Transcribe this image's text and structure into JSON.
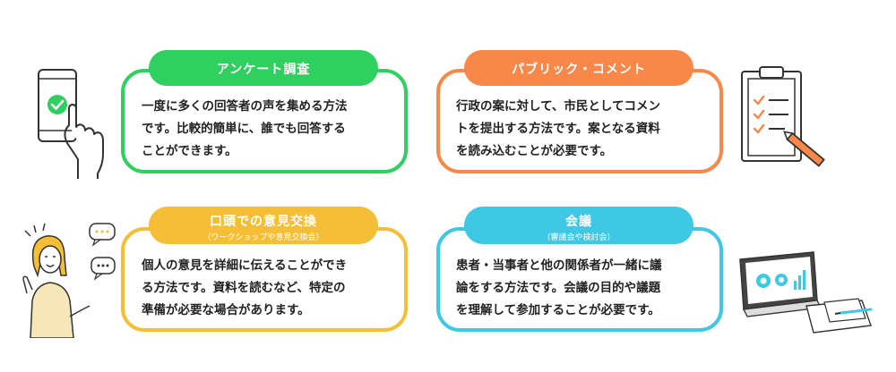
{
  "cards": [
    {
      "title": "アンケート調査",
      "subtitle": "",
      "lines": [
        "一度に多くの回答者の声を集める方法",
        "です。比較的簡単に、誰でも回答する",
        "ことができます。"
      ],
      "color": "#2fcf60",
      "icon": "smartphone-tap-icon"
    },
    {
      "title": "パブリック・コメント",
      "subtitle": "",
      "lines": [
        "行政の案に対して、市民としてコメン",
        "トを提出する方法です。案となる資料",
        "を読み込むことが必要です。"
      ],
      "color": "#f7884a",
      "icon": "clipboard-checklist-icon"
    },
    {
      "title": "口頭での意見交換",
      "subtitle": "（ワークショップや意見交換会）",
      "lines": [
        "個人の意見を詳細に伝えることができ",
        "る方法です。資料を読むなど、特定の",
        "準備が必要な場合があります。"
      ],
      "color": "#f4bf36",
      "icon": "speaking-person-icon"
    },
    {
      "title": "会議",
      "subtitle": "（審議会や検討会）",
      "lines": [
        "患者・当事者と他の関係者が一緒に議",
        "論をする方法です。会議の目的や議題",
        "を理解して参加することが必要です。"
      ],
      "color": "#3ec8e4",
      "icon": "tablet-documents-icon"
    }
  ]
}
